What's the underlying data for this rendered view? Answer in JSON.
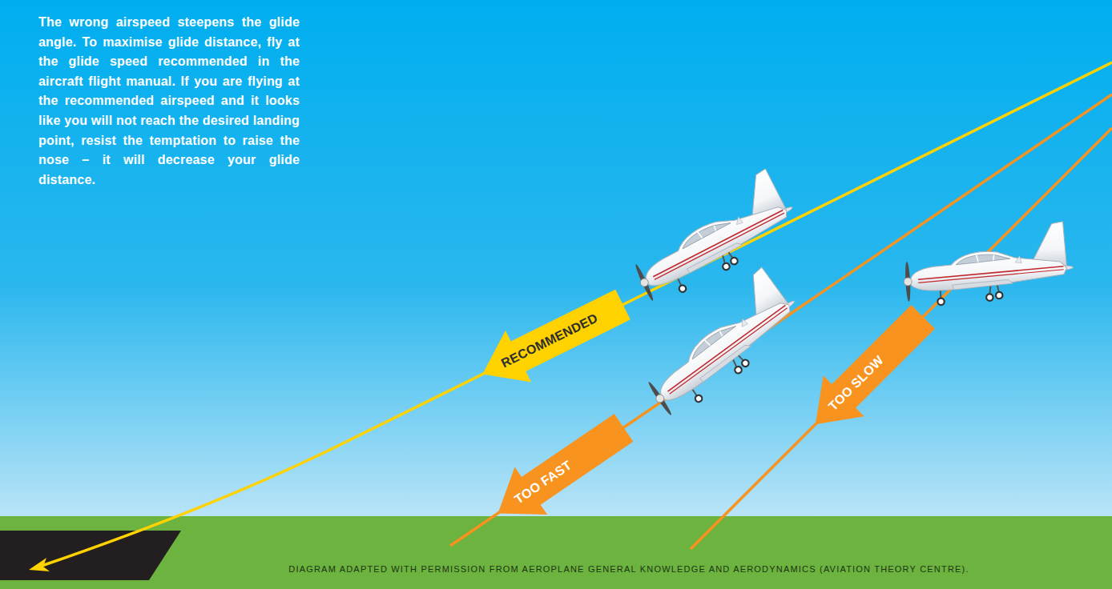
{
  "diagram": {
    "caption": "DIAGRAM ADAPTED WITH PERMISSION FROM AEROPLANE GENERAL KNOWLEDGE AND AERODYNAMICS (AVIATION THEORY CENTRE).",
    "nodes": [
      {
        "text": [
          "RECOMMENDED"
        ]
      },
      {
        "text": [
          "TOO FAST"
        ]
      },
      {
        "text": [
          "TOO SLOW"
        ]
      }
    ],
    "labels": [
      "The wrong airspeed steepens the glide angle. To maximise glide distance, fly at the glide speed recommended in the aircraft flight manual. If you are flying at the recommended airspeed and it looks like you will not reach the desired landing point, resist the temptation to raise the nose – it will decrease your glide distance."
    ]
  }
}
